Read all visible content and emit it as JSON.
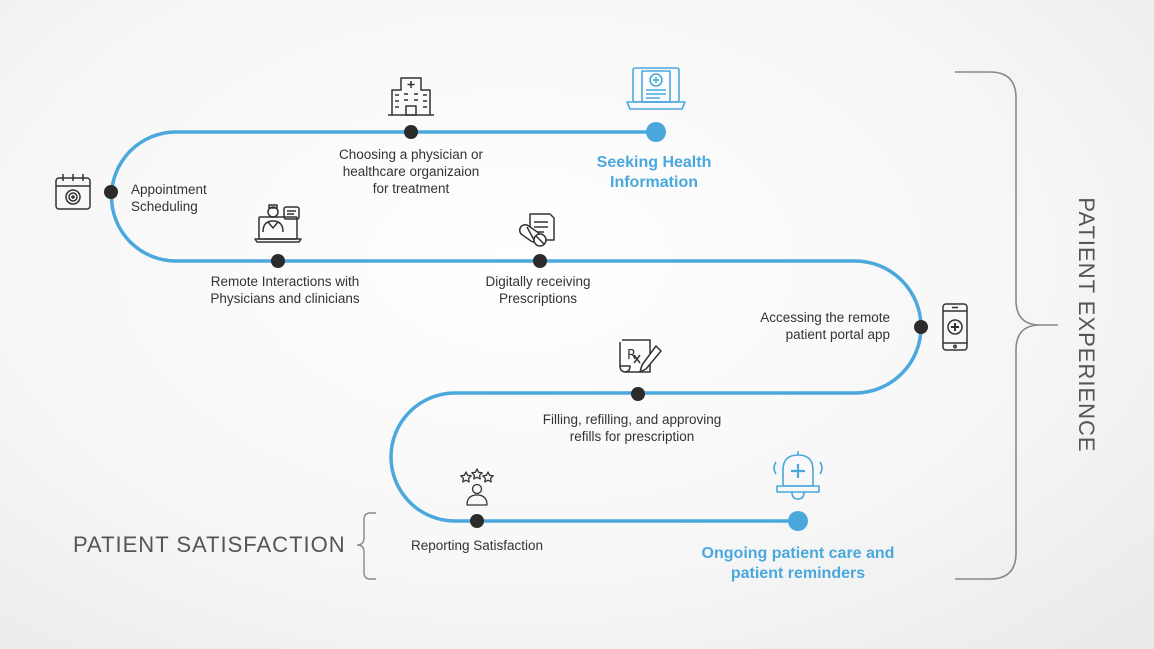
{
  "steps": [
    {
      "id": "seeking",
      "lines": [
        "Seeking Health",
        "Information"
      ],
      "highlight": true,
      "icon": "medical-report-monitor-icon"
    },
    {
      "id": "choosing",
      "lines": [
        "Choosing a physician or",
        "healthcare organizaion",
        "for treatment"
      ],
      "highlight": false,
      "icon": "hospital-building-icon"
    },
    {
      "id": "appointment",
      "lines": [
        "Appointment",
        "Scheduling"
      ],
      "highlight": false,
      "icon": "calendar-medical-icon"
    },
    {
      "id": "remote",
      "lines": [
        "Remote Interactions with",
        "Physicians and clinicians"
      ],
      "highlight": false,
      "icon": "doctor-video-call-icon"
    },
    {
      "id": "digital-rx",
      "lines": [
        "Digitally receiving",
        "Prescriptions"
      ],
      "highlight": false,
      "icon": "prescription-pills-icon"
    },
    {
      "id": "portal",
      "lines": [
        "Accessing the remote",
        "patient portal app"
      ],
      "highlight": false,
      "icon": "mobile-medical-app-icon"
    },
    {
      "id": "refill",
      "lines": [
        "Filling, refilling, and approving",
        "refills for prescription"
      ],
      "highlight": false,
      "icon": "rx-document-pen-icon"
    },
    {
      "id": "reporting",
      "lines": [
        "Reporting Satisfaction"
      ],
      "highlight": false,
      "icon": "person-stars-icon"
    },
    {
      "id": "ongoing",
      "lines": [
        "Ongoing patient care and",
        "patient reminders"
      ],
      "highlight": true,
      "icon": "medical-bell-icon"
    }
  ],
  "groups": {
    "experience": "PATIENT EXPERIENCE",
    "satisfaction": "PATIENT SATISFACTION"
  },
  "colors": {
    "path": "#4aa8dd",
    "accent": "#4aa8dd",
    "dot": "#2b2b2b",
    "icon": "#333333",
    "bracket": "#888888",
    "text": "#333333"
  }
}
